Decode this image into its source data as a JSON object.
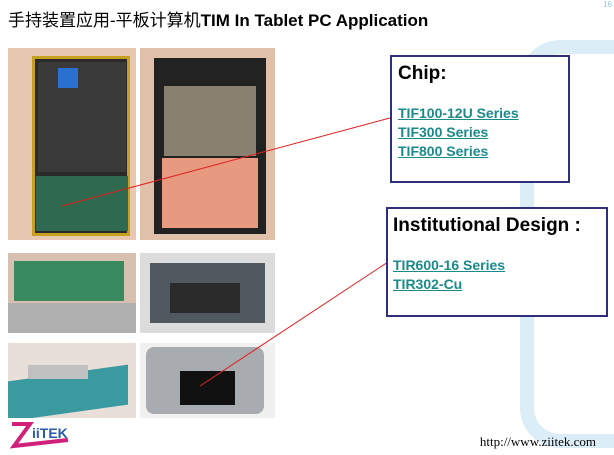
{
  "page_number": "16",
  "title": {
    "chinese": "手持装置应用-平板计算机",
    "english": "TIM In Tablet PC Application"
  },
  "chip_box": {
    "heading": "Chip:",
    "links": [
      "TIF100-12U Series",
      "TIF300 Series",
      "TIF800 Series"
    ]
  },
  "design_box": {
    "heading": "Institutional Design :",
    "links": [
      "TIR600-16 Series",
      "TIR302-Cu"
    ]
  },
  "footer": {
    "logo_text": "ZiiTEK",
    "url": "http://www.ziitek.com"
  },
  "colors": {
    "link": "#1a8a8a",
    "box_border": "#2e2e7a",
    "callout_line": "#e02020"
  }
}
